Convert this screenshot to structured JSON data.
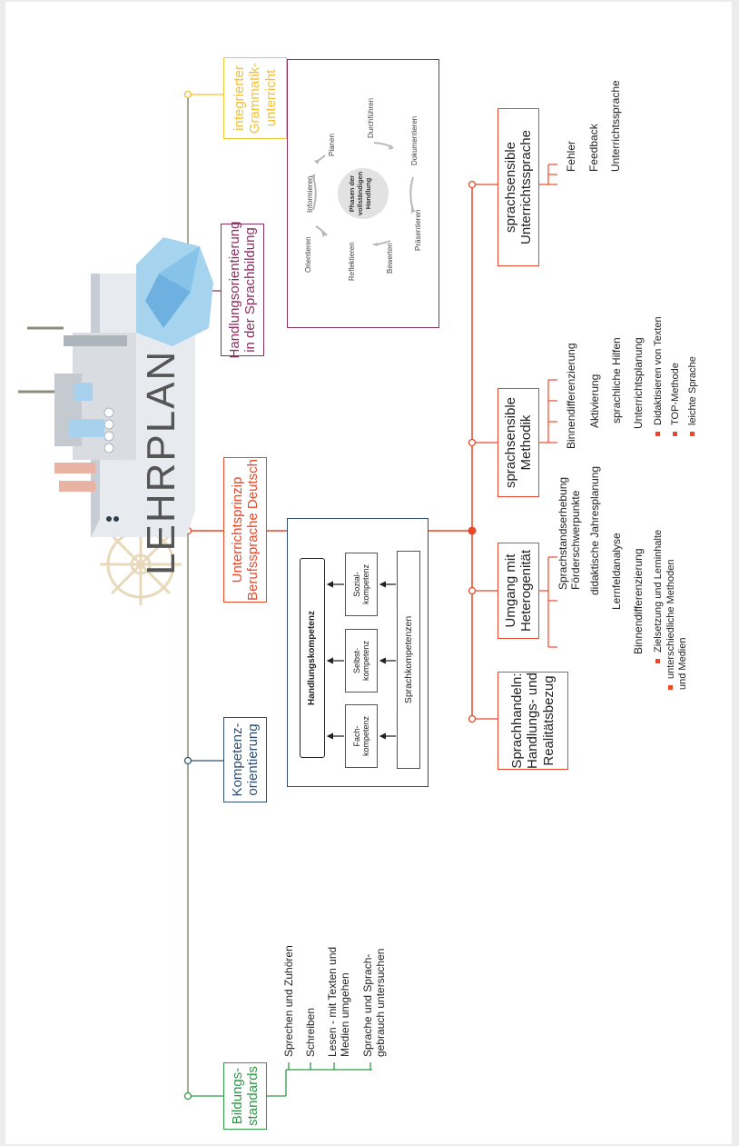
{
  "title": "LEHRPLAN",
  "colors": {
    "green": "#2e9a48",
    "blue": "#2f5072",
    "red": "#e8492a",
    "purple": "#8a2f62",
    "yellow": "#f5c033",
    "olive": "#8a8e7a",
    "gray_arrow": "#b8b8b8"
  },
  "branches": {
    "bildungsstandards": {
      "title": "Bildungs-\nstandards",
      "items": [
        "Sprechen und Zuhören",
        "Schreiben",
        "Lesen - mit Texten und\nMedien umgehen",
        "Sprache und Sprach-\ngebrauch untersuchen"
      ]
    },
    "kompetenz": {
      "title": "Kompetenz-\norientierung",
      "diagram": {
        "top": "Handlungskompetenz",
        "fach": "Fach-\nkompetenz",
        "selbst": "Selbst-\nkompetenz",
        "sozial": "Sozial-\nkompetenz",
        "sprach": "Sprachkompetenzen"
      }
    },
    "unterrichtsprinzip": {
      "title": "Unterrichtsprinzip\nBerufssprache Deutsch"
    },
    "handlungsorientierung": {
      "title": "Handlungsorientierung\nin der Sprachbildung",
      "cycle": {
        "center": "Phasen der\nvollständigen\nHandlung",
        "phases": [
          "Informieren",
          "Planen",
          "Durchführen",
          "Dokumentieren",
          "Präsentieren",
          "Bewerten",
          "Reflektieren",
          "Orientieren"
        ]
      }
    },
    "grammatik": {
      "title": "integrierter\nGrammatik-\nunterricht"
    }
  },
  "sub_branches": {
    "sprachhandeln": {
      "title": "Sprachhandeln:\nHandlungs- und\nRealitätsbezug"
    },
    "heterogenitaet": {
      "title": "Umgang mit\nHeterogenität",
      "items": [
        "Sprachstandserhebung",
        "Förderschwerpunkte",
        "didaktische Jahresplanung",
        "Lernfeldanalyse",
        "Binnendifferenzierung"
      ],
      "bullets": [
        "Zielsetzung und Lerninhalte",
        "unterschiedliche Methoden\nund Medien"
      ]
    },
    "methodik": {
      "title": "sprachsensible\nMethodik",
      "items": [
        "Binnendifferenzierung",
        "Aktivierung",
        "sprachliche Hilfen",
        "Unterrichtsplanung"
      ],
      "bullets": [
        "Didaktisieren von Texten",
        "TOP-Methode",
        "leichte Sprache"
      ]
    },
    "unterrichtssprache": {
      "title": "sprachsensible\nUnterrichtssprache",
      "items": [
        "Fehler",
        "Feedback",
        "Unterrichtssprache"
      ]
    }
  }
}
